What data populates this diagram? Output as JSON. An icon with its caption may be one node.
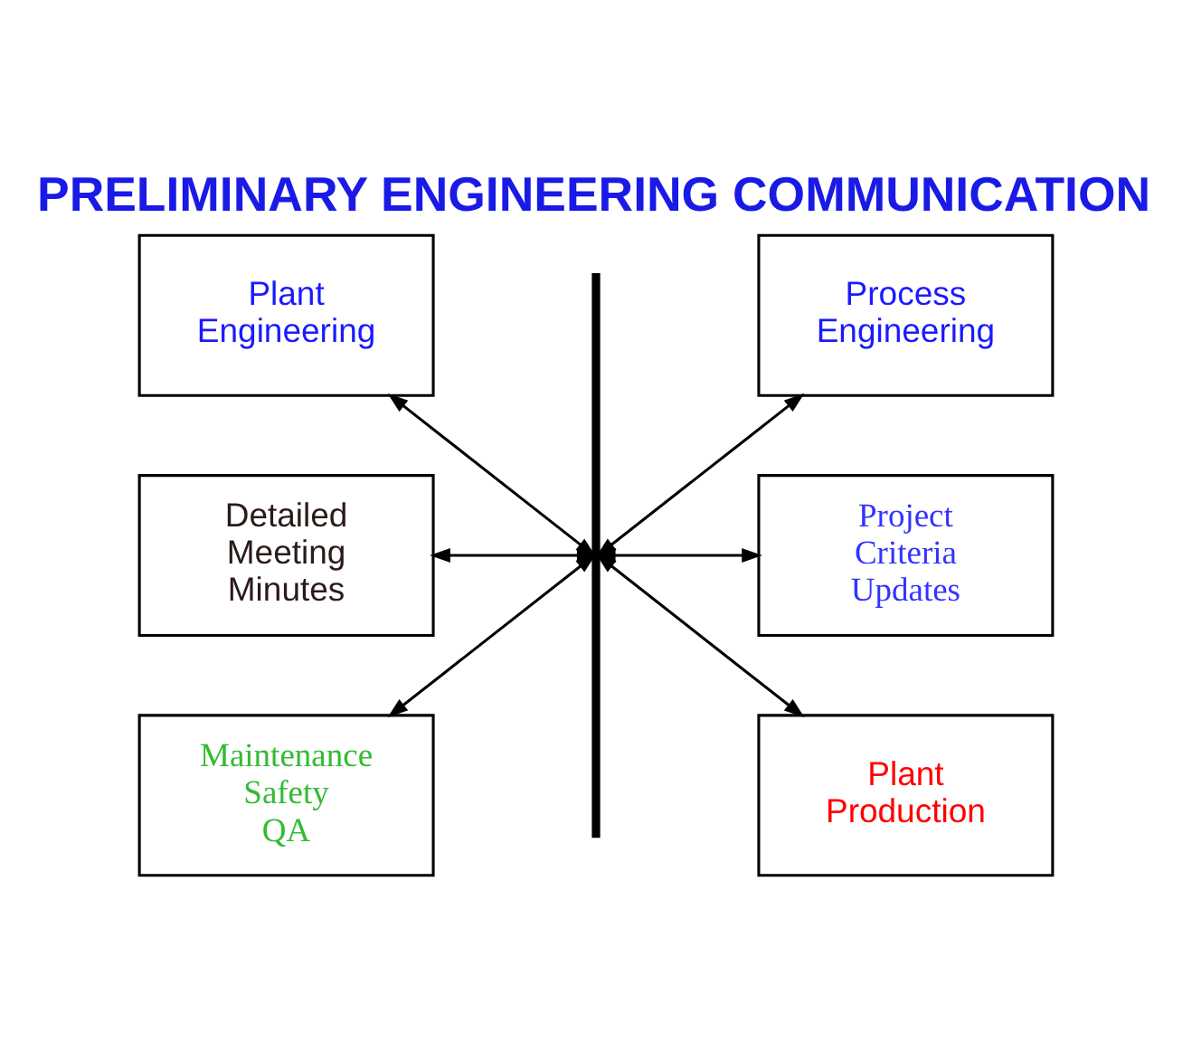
{
  "diagram": {
    "title": "PRELIMINARY ENGINEERING COMMUNICATION",
    "nodes": [
      {
        "text": [
          "Plant Engineering"
        ]
      },
      {
        "text": [
          "Process Engineering"
        ]
      },
      {
        "text": [
          "Detailed Meeting Minutes"
        ]
      },
      {
        "text": [
          "Project Criteria Updates"
        ]
      },
      {
        "text": [
          "Maintenance Safety QA"
        ]
      },
      {
        "text": [
          "Plant Production"
        ]
      },
      {
        "text": [],
        "shape": "bar"
      }
    ],
    "edges": [
      {
        "from": 0,
        "to": 6,
        "arrow": "both"
      },
      {
        "from": 6,
        "to": 1,
        "arrow": "both"
      },
      {
        "from": 2,
        "to": 6,
        "arrow": "both"
      },
      {
        "from": 6,
        "to": 3,
        "arrow": "both"
      },
      {
        "from": 4,
        "to": 6,
        "arrow": "both"
      },
      {
        "from": 6,
        "to": 5,
        "arrow": "both"
      }
    ]
  }
}
